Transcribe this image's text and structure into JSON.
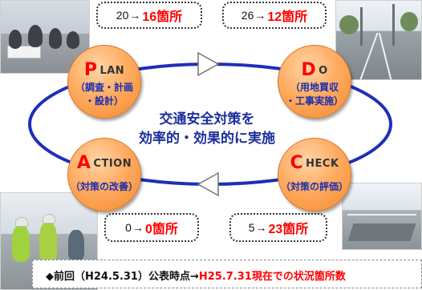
{
  "center_text": {
    "line1": "交通安全対策を",
    "line2": "効率的・効果的に実施"
  },
  "cycle": {
    "plan": {
      "letter": "P",
      "rest": "LAN",
      "sub_line1": "（調査・計画",
      "sub_line2": "・設計）"
    },
    "do": {
      "letter": "D",
      "rest": "O",
      "sub_line1": "（用地買収",
      "sub_line2": "・工事実施）"
    },
    "check": {
      "letter": "C",
      "rest": "HECK",
      "sub_line1": "（対策の評価）"
    },
    "action": {
      "letter": "A",
      "rest": "CTION",
      "sub_line1": "（対策の改善）"
    }
  },
  "counts": {
    "plan": {
      "before": "20",
      "arrow": "→",
      "after": "16箇所"
    },
    "do": {
      "before": "26",
      "arrow": "→",
      "after": "12箇所"
    },
    "action": {
      "before": "0",
      "arrow": "→",
      "after": "0箇所"
    },
    "check": {
      "before": "5",
      "arrow": "→",
      "after": "23箇所"
    }
  },
  "note": {
    "prefix": "◆前回（H24.5.31）公表時点→",
    "highlight": "H25.7.31現在での状況箇所数"
  },
  "colors": {
    "ring": "#1f2eb8",
    "node_fill": "#ffac62",
    "accent_red": "#ff0000",
    "sub_text": "#1a2db3"
  }
}
